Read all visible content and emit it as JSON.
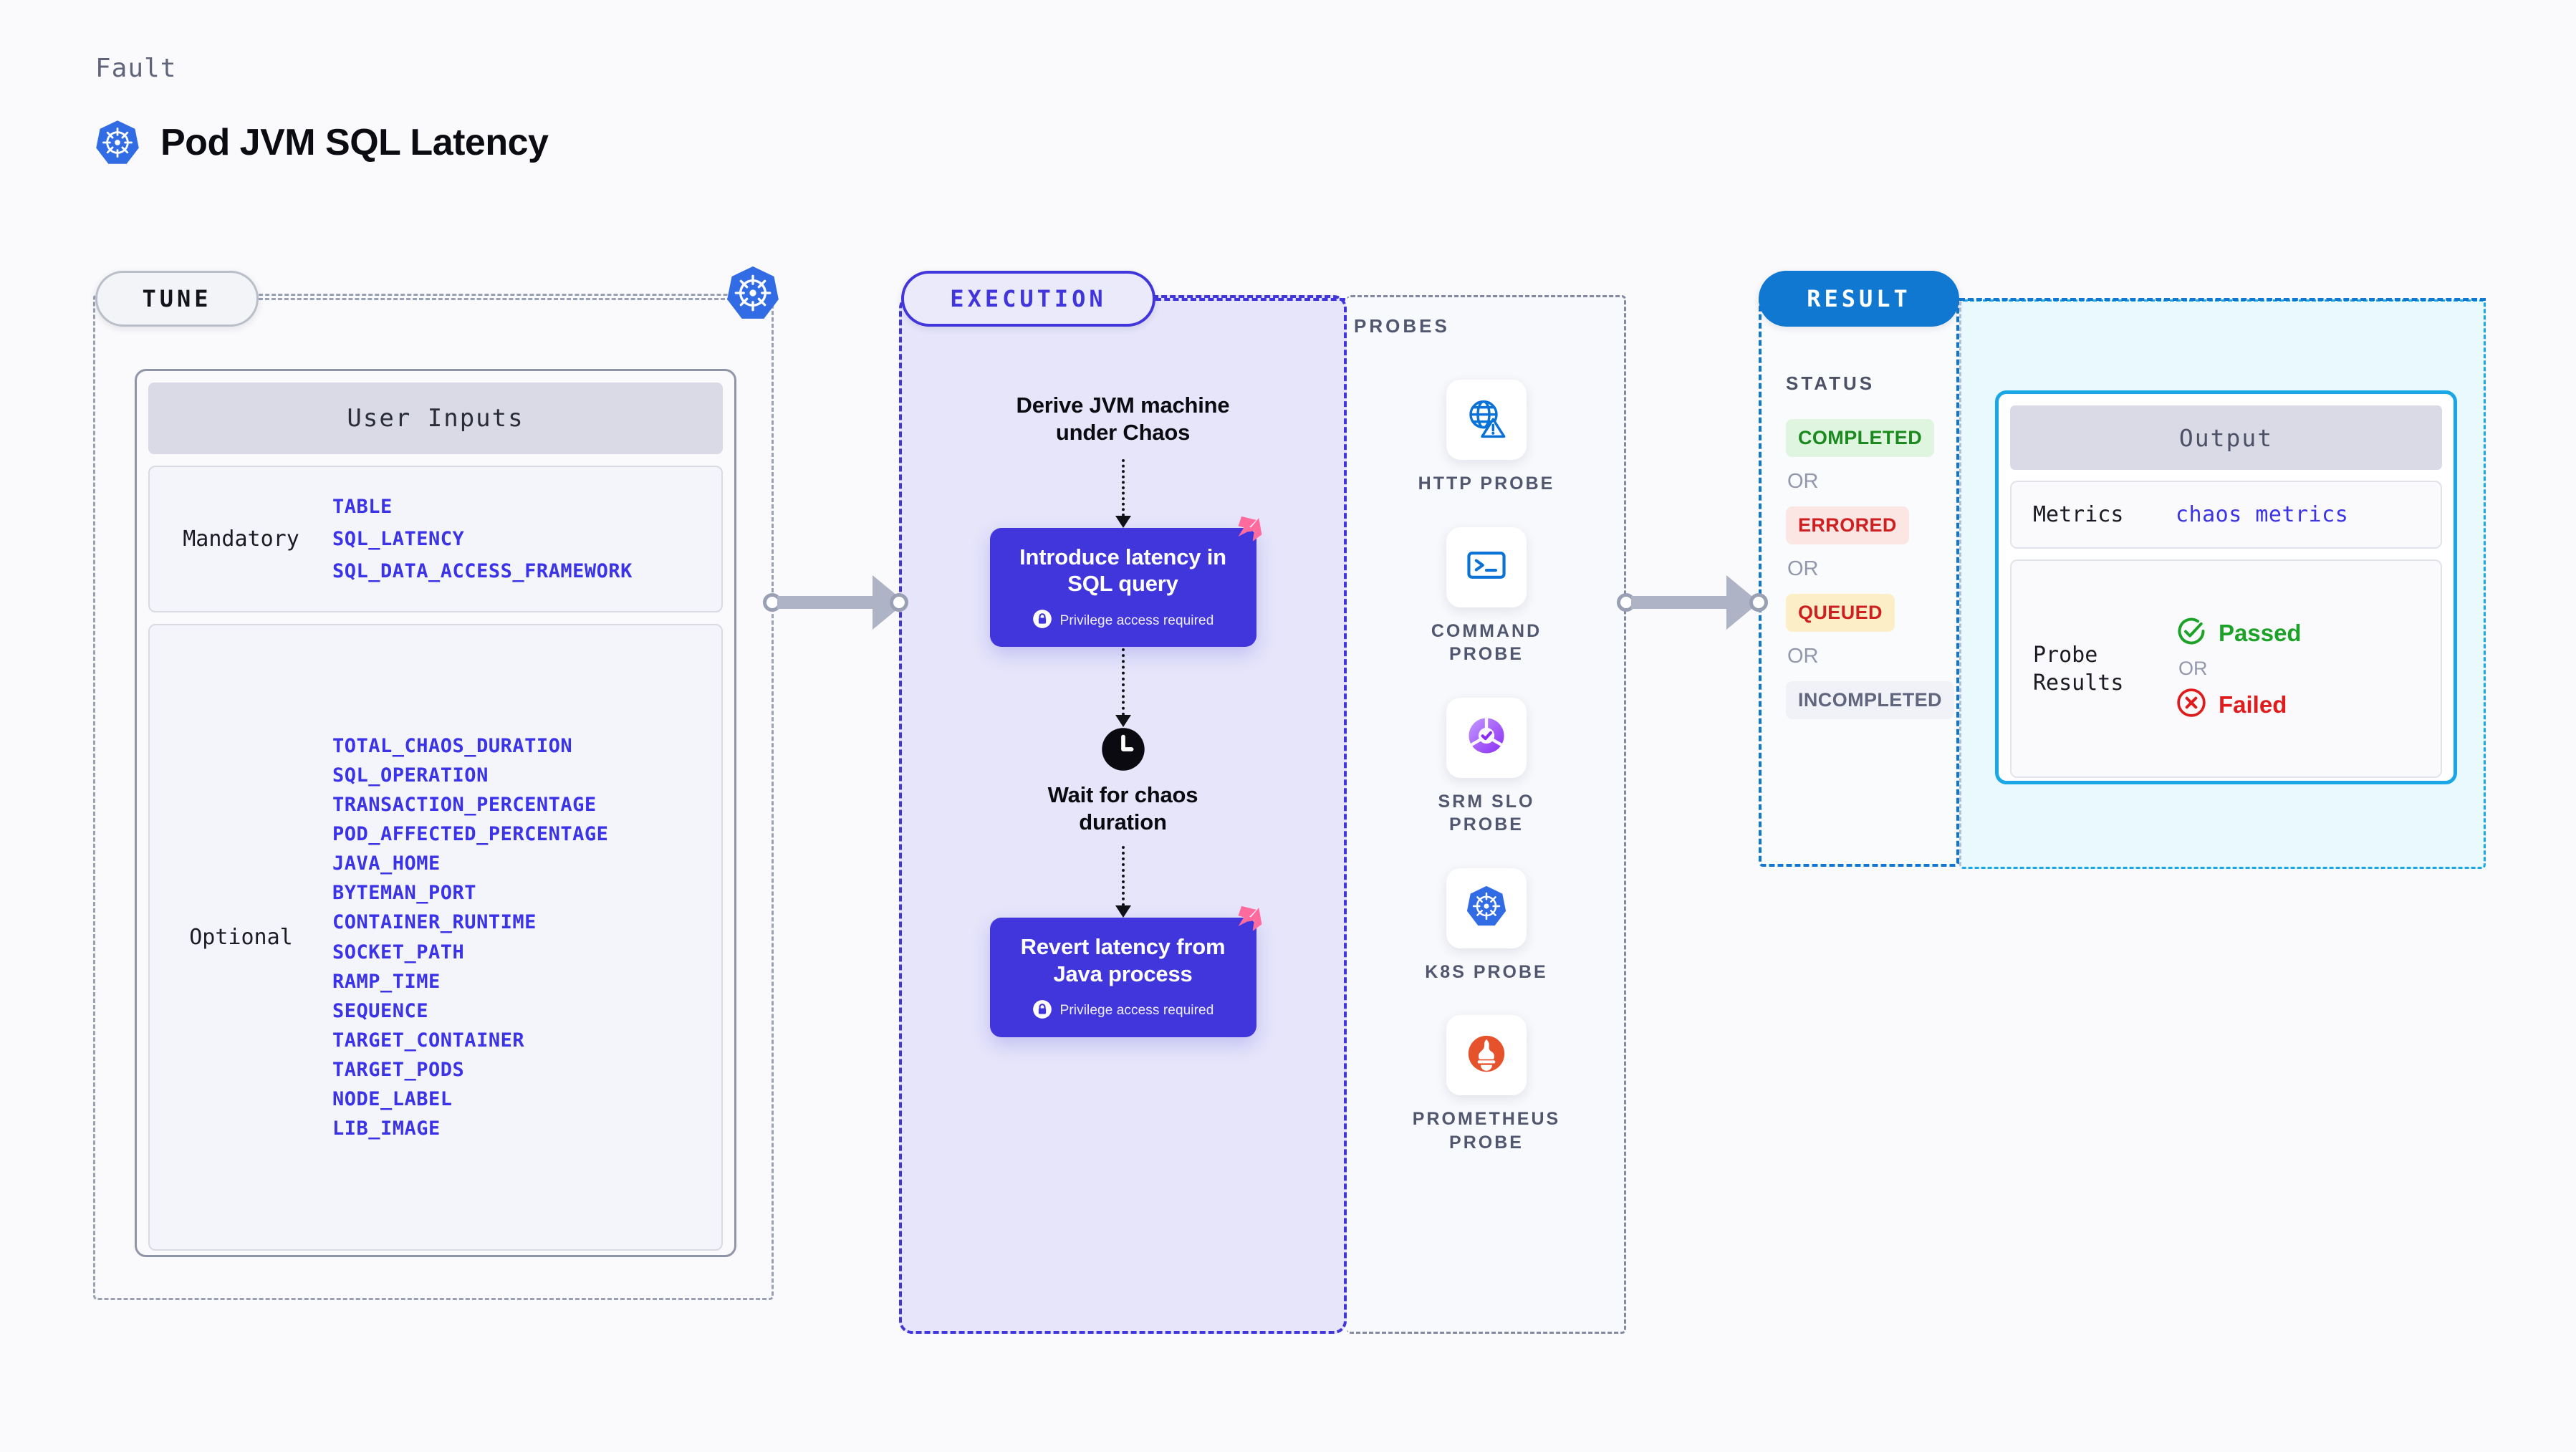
{
  "header": {
    "eyebrow": "Fault",
    "title": "Pod JVM SQL Latency",
    "icon": "kubernetes-icon"
  },
  "tune": {
    "pill_label": "TUNE",
    "badge_icon": "kubernetes-icon",
    "card": {
      "title": "User Inputs",
      "groups": [
        {
          "label": "Mandatory",
          "params": [
            "TABLE",
            "SQL_LATENCY",
            "SQL_DATA_ACCESS_FRAMEWORK"
          ]
        },
        {
          "label": "Optional",
          "params": [
            "TOTAL_CHAOS_DURATION",
            "SQL_OPERATION",
            "TRANSACTION_PERCENTAGE",
            "POD_AFFECTED_PERCENTAGE",
            "JAVA_HOME",
            "BYTEMAN_PORT",
            "CONTAINER_RUNTIME",
            "SOCKET_PATH",
            "RAMP_TIME",
            "SEQUENCE",
            "TARGET_CONTAINER",
            "TARGET_PODS",
            "NODE_LABEL",
            "LIB_IMAGE"
          ]
        }
      ]
    }
  },
  "execution": {
    "pill_label": "EXECUTION",
    "steps": [
      {
        "kind": "text",
        "label": "Derive JVM machine\nunder Chaos"
      },
      {
        "kind": "box",
        "label": "Introduce latency in\nSQL query",
        "note": "Privilege access required",
        "note_icon": "lock-icon",
        "badge_icon": "harness-icon"
      },
      {
        "kind": "clock",
        "icon": "clock-icon",
        "label": "Wait for chaos\nduration"
      },
      {
        "kind": "box",
        "label": "Revert latency from\nJava process",
        "note": "Privilege access required",
        "note_icon": "lock-icon",
        "badge_icon": "harness-icon"
      }
    ]
  },
  "probes": {
    "label": "PROBES",
    "items": [
      {
        "name": "HTTP PROBE",
        "icon": "globe-warning-icon"
      },
      {
        "name": "COMMAND PROBE",
        "icon": "terminal-icon"
      },
      {
        "name": "SRM SLO PROBE",
        "icon": "slo-donut-check-icon"
      },
      {
        "name": "K8S PROBE",
        "icon": "kubernetes-icon"
      },
      {
        "name": "PROMETHEUS PROBE",
        "icon": "prometheus-icon"
      }
    ]
  },
  "result": {
    "pill_label": "RESULT",
    "status_label": "STATUS",
    "or_label": "OR",
    "statuses": [
      {
        "label": "COMPLETED",
        "bg": "#E0F5DF",
        "fg": "#1B8A1E"
      },
      {
        "label": "ERRORED",
        "bg": "#FBE6E3",
        "fg": "#CE2020"
      },
      {
        "label": "QUEUED",
        "bg": "#FCEFC7",
        "fg": "#CE2020"
      },
      {
        "label": "INCOMPLETED",
        "bg": "#F1F2F7",
        "fg": "#61667E"
      }
    ]
  },
  "output": {
    "title": "Output",
    "metrics_key": "Metrics",
    "metrics_value": "chaos metrics",
    "probe_key": "Probe\nResults",
    "passed_label": "Passed",
    "failed_label": "Failed",
    "or_label": "OR",
    "passed_icon": "check-circle-icon",
    "failed_icon": "x-circle-icon"
  },
  "colors": {
    "brand_violet": "#4136DC",
    "k8s_blue": "#326CE5",
    "result_blue": "#1078D1",
    "output_cyan": "#19A7E8",
    "harness_pink": "#FF6B9D",
    "prometheus_orange": "#E6522C",
    "param_blue": "#3B33E8"
  }
}
